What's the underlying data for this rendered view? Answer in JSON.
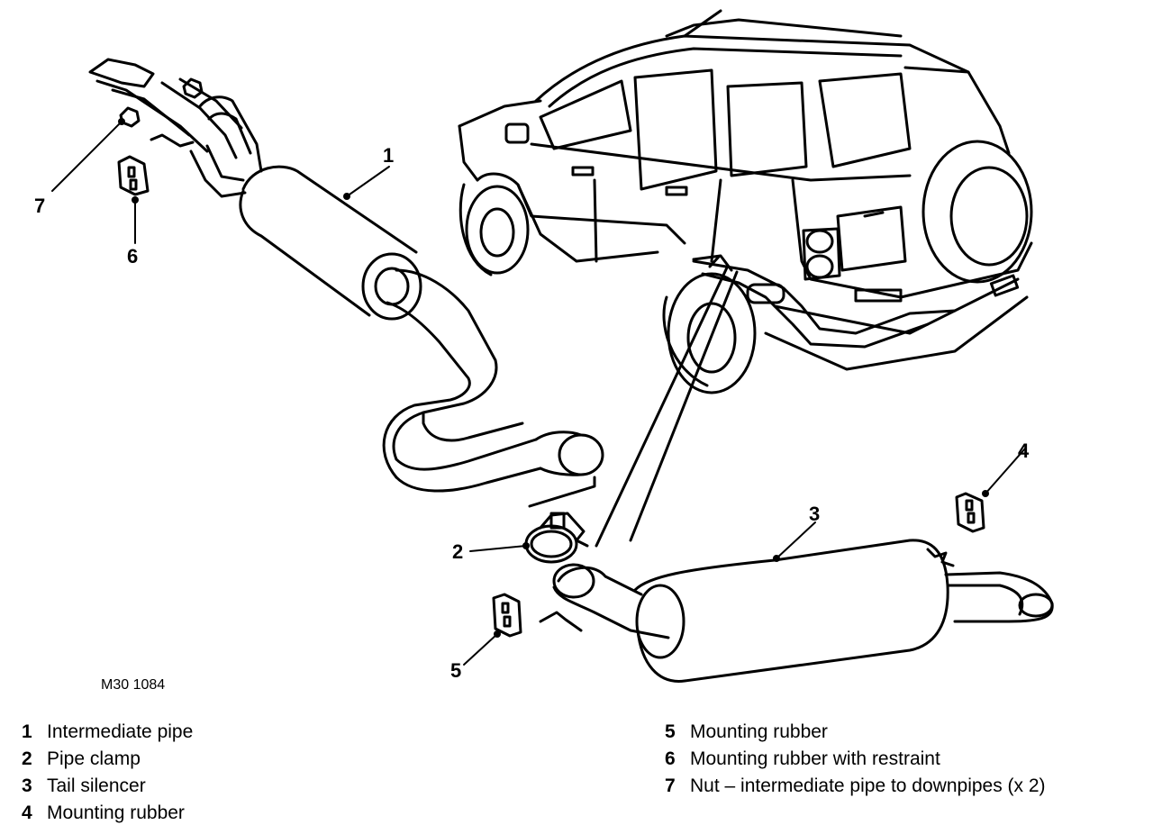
{
  "drawing_ref": "M30 1084",
  "callouts": [
    "1",
    "2",
    "3",
    "4",
    "5",
    "6",
    "7"
  ],
  "legend_left": [
    {
      "num": "1",
      "text": "Intermediate pipe"
    },
    {
      "num": "2",
      "text": "Pipe clamp"
    },
    {
      "num": "3",
      "text": "Tail silencer"
    },
    {
      "num": "4",
      "text": "Mounting rubber"
    }
  ],
  "legend_right": [
    {
      "num": "5",
      "text": "Mounting rubber"
    },
    {
      "num": "6",
      "text": "Mounting rubber with restraint"
    },
    {
      "num": "7",
      "text": "Nut – intermediate pipe to downpipes (x 2)"
    }
  ]
}
